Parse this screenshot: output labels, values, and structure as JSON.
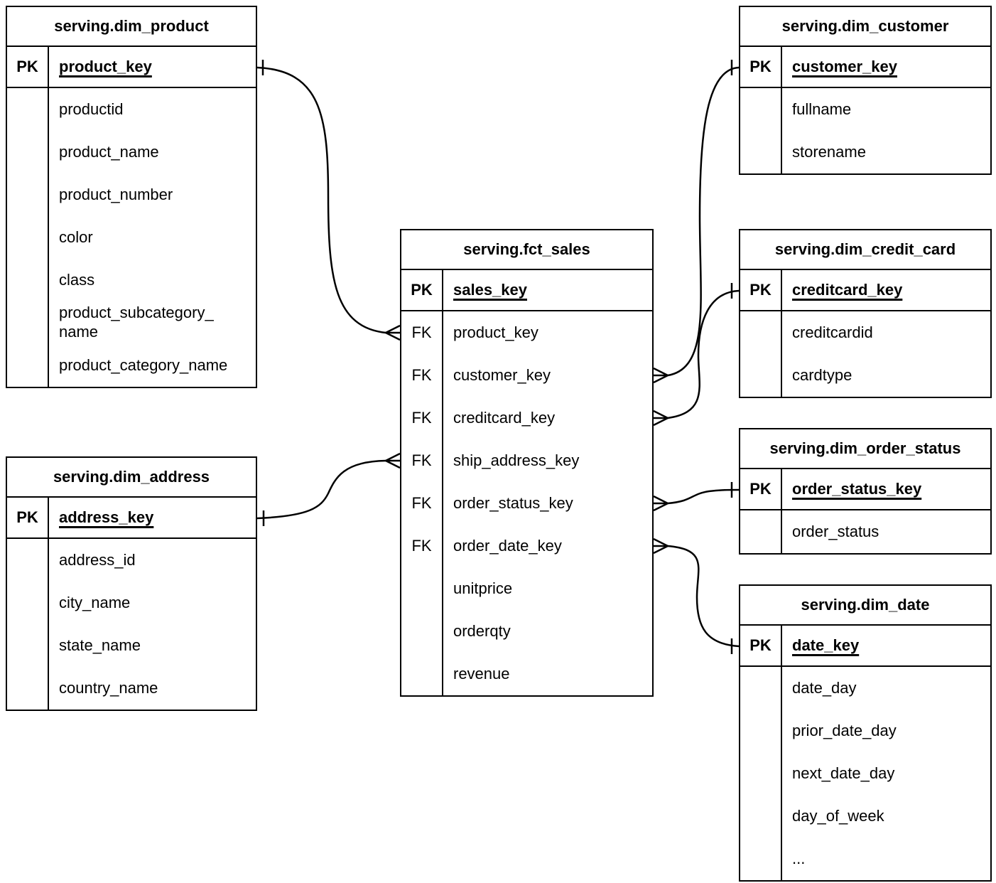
{
  "diagram": {
    "kind": "entity-relationship-diagram",
    "notation": "crows-foot",
    "colors": {
      "background": "#ffffff",
      "line": "#000000",
      "text": "#000000"
    },
    "tables": [
      {
        "id": "dim_product",
        "title": "serving.dim_product",
        "pk": {
          "badge": "PK",
          "field": "product_key"
        },
        "rows": [
          {
            "badge": "",
            "field": "productid"
          },
          {
            "badge": "",
            "field": "product_name"
          },
          {
            "badge": "",
            "field": "product_number"
          },
          {
            "badge": "",
            "field": "color"
          },
          {
            "badge": "",
            "field": "class"
          },
          {
            "badge": "",
            "field": "product_subcategory_​name"
          },
          {
            "badge": "",
            "field": "product_category_name"
          }
        ]
      },
      {
        "id": "dim_customer",
        "title": "serving.dim_customer",
        "pk": {
          "badge": "PK",
          "field": "customer_key"
        },
        "rows": [
          {
            "badge": "",
            "field": "fullname"
          },
          {
            "badge": "",
            "field": "storename"
          }
        ]
      },
      {
        "id": "fct_sales",
        "title": "serving.fct_sales",
        "pk": {
          "badge": "PK",
          "field": "sales_key"
        },
        "rows": [
          {
            "badge": "FK",
            "field": "product_key"
          },
          {
            "badge": "FK",
            "field": "customer_key"
          },
          {
            "badge": "FK",
            "field": "creditcard_key"
          },
          {
            "badge": "FK",
            "field": "ship_address_key"
          },
          {
            "badge": "FK",
            "field": "order_status_key"
          },
          {
            "badge": "FK",
            "field": "order_date_key"
          },
          {
            "badge": "",
            "field": "unitprice"
          },
          {
            "badge": "",
            "field": "orderqty"
          },
          {
            "badge": "",
            "field": "revenue"
          }
        ]
      },
      {
        "id": "dim_credit_card",
        "title": "serving.dim_credit_card",
        "pk": {
          "badge": "PK",
          "field": "creditcard_key"
        },
        "rows": [
          {
            "badge": "",
            "field": "creditcardid"
          },
          {
            "badge": "",
            "field": "cardtype"
          }
        ]
      },
      {
        "id": "dim_order_status",
        "title": "serving.dim_order_status",
        "pk": {
          "badge": "PK",
          "field": "order_status_key"
        },
        "rows": [
          {
            "badge": "",
            "field": "order_status"
          }
        ]
      },
      {
        "id": "dim_date",
        "title": "serving.dim_date",
        "pk": {
          "badge": "PK",
          "field": "date_key"
        },
        "rows": [
          {
            "badge": "",
            "field": "date_day"
          },
          {
            "badge": "",
            "field": "prior_date_day"
          },
          {
            "badge": "",
            "field": "next_date_day"
          },
          {
            "badge": "",
            "field": "day_of_week"
          },
          {
            "badge": "",
            "field": "..."
          }
        ]
      },
      {
        "id": "dim_address",
        "title": "serving.dim_address",
        "pk": {
          "badge": "PK",
          "field": "address_key"
        },
        "rows": [
          {
            "badge": "",
            "field": "address_id"
          },
          {
            "badge": "",
            "field": "city_name"
          },
          {
            "badge": "",
            "field": "state_name"
          },
          {
            "badge": "",
            "field": "country_name"
          }
        ]
      }
    ],
    "relationships": [
      {
        "from_table": "serving.fct_sales",
        "from_field": "product_key",
        "from_cardinality": "many",
        "to_table": "serving.dim_product",
        "to_field": "product_key",
        "to_cardinality": "one"
      },
      {
        "from_table": "serving.fct_sales",
        "from_field": "customer_key",
        "from_cardinality": "many",
        "to_table": "serving.dim_customer",
        "to_field": "customer_key",
        "to_cardinality": "one"
      },
      {
        "from_table": "serving.fct_sales",
        "from_field": "creditcard_key",
        "from_cardinality": "many",
        "to_table": "serving.dim_credit_card",
        "to_field": "creditcard_key",
        "to_cardinality": "one"
      },
      {
        "from_table": "serving.fct_sales",
        "from_field": "ship_address_key",
        "from_cardinality": "many",
        "to_table": "serving.dim_address",
        "to_field": "address_key",
        "to_cardinality": "one"
      },
      {
        "from_table": "serving.fct_sales",
        "from_field": "order_status_key",
        "from_cardinality": "many",
        "to_table": "serving.dim_order_status",
        "to_field": "order_status_key",
        "to_cardinality": "one"
      },
      {
        "from_table": "serving.fct_sales",
        "from_field": "order_date_key",
        "from_cardinality": "many",
        "to_table": "serving.dim_date",
        "to_field": "date_key",
        "to_cardinality": "one"
      }
    ]
  }
}
